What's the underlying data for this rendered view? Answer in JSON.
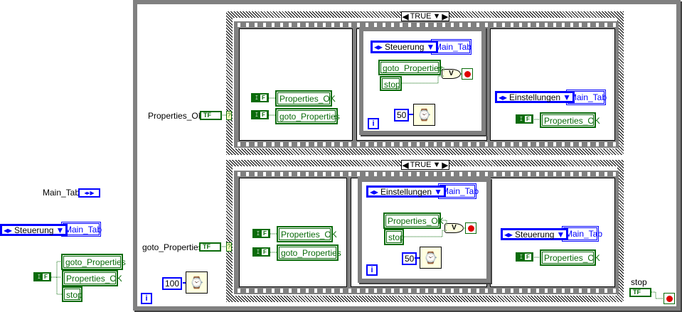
{
  "outside": {
    "main_tab_label": "Main_Tab",
    "enum_value": "Steuerung",
    "local_main_tab": "Main_Tab",
    "bool_const": "F",
    "locals": [
      "goto_Properties",
      "Properties_OK",
      "stop"
    ]
  },
  "main_loop": {
    "properties_ok_label": "Properties_OK",
    "goto_properties_label": "goto_Properties",
    "terminal_text": "TF",
    "wait_ms": "100",
    "stop_label": "stop",
    "iteration": "i"
  },
  "case1": {
    "selector": "TRUE",
    "frame1": {
      "const": "F",
      "locals": [
        "Properties_OK",
        "goto_Properties"
      ]
    },
    "frame2": {
      "enum": "Steuerung",
      "local_tab": "Main_Tab",
      "or_inputs": [
        "goto_Properties",
        "stop"
      ],
      "or_label": "V",
      "wait_ms": "50",
      "iteration": "i"
    },
    "frame3": {
      "enum": "Einstellungen",
      "local_tab": "Main_Tab",
      "const": "F",
      "local": "Properties_OK"
    }
  },
  "case2": {
    "selector": "TRUE",
    "frame1": {
      "const": "F",
      "locals": [
        "Properties_OK",
        "goto_Properties"
      ]
    },
    "frame2": {
      "enum": "Einstellungen",
      "local_tab": "Main_Tab",
      "or_inputs": [
        "Properties_OK",
        "stop"
      ],
      "or_label": "V",
      "wait_ms": "50",
      "iteration": "i"
    },
    "frame3": {
      "enum": "Steuerung",
      "local_tab": "Main_Tab",
      "const": "F",
      "local": "Properties_OK"
    }
  },
  "colors": {
    "boolean": "#0a6b0a",
    "enum": "#0000ff",
    "structure": "#808080"
  }
}
